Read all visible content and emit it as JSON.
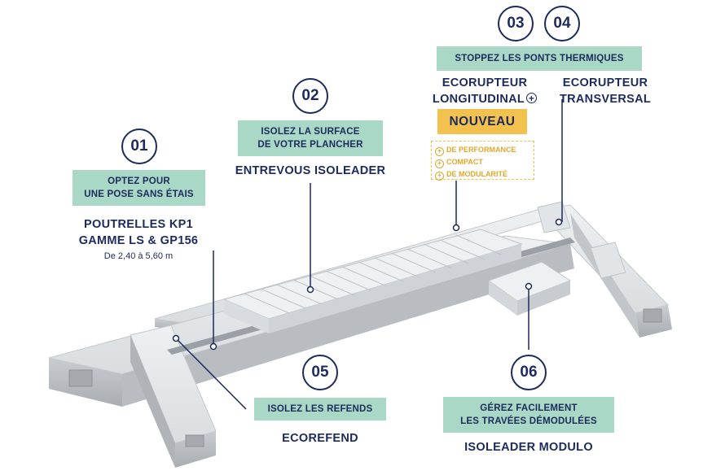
{
  "steps": {
    "s01": {
      "num": "01",
      "tag_l1": "OPTEZ POUR",
      "tag_l2": "UNE POSE SANS ÉTAIS",
      "prod_l1": "POUTRELLES KP1",
      "prod_l2": "GAMME LS & GP156",
      "sub": "De 2,40 à 5,60 m"
    },
    "s02": {
      "num": "02",
      "tag_l1": "ISOLEZ LA SURFACE",
      "tag_l2": "DE VOTRE PLANCHER",
      "prod": "ENTREVOUS ISOLEADER"
    },
    "s03": {
      "num": "03",
      "prod_l1": "ECORUPTEUR",
      "prod_l2": "LONGITUDINAL",
      "plus": "+"
    },
    "s04": {
      "num": "04",
      "prod_l1": "ECORUPTEUR",
      "prod_l2": "TRANSVERSAL"
    },
    "shared_tag": "STOPPEZ LES PONTS THERMIQUES",
    "nouveau": "NOUVEAU",
    "benefits": [
      "DE PERFORMANCE",
      "COMPACT",
      "DE MODULARITÉ"
    ],
    "benefit_icon": "+",
    "s05": {
      "num": "05",
      "tag": "ISOLEZ LES REFENDS",
      "prod": "ECOREFEND"
    },
    "s06": {
      "num": "06",
      "tag_l1": "GÉREZ FACILEMENT",
      "tag_l2": "LES TRAVÉES DÉMODULÉES",
      "prod": "ISOLEADER MODULO"
    }
  },
  "colors": {
    "navy": "#1d2a5c",
    "mint": "#a9d9c6",
    "yellow": "#f2c14e",
    "concrete": "#d9dcdf"
  }
}
